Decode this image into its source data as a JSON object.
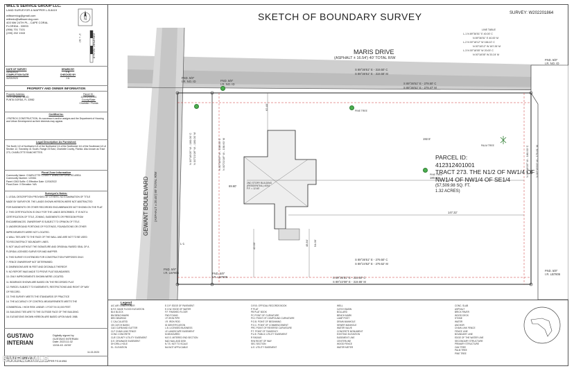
{
  "title": "SKETCH OF BOUNDARY SURVEY",
  "survey_number": "SURVEY: W202201864",
  "titleblock": {
    "company": "WILL'S SERVICE GROUP LLC.",
    "license": "LAND SURVEYOR & MAPPER L.B.8419",
    "email1": "willsservicg@gmail.com",
    "email2": "willredo@willsservicg.com",
    "address": "403 NW 24TH PL., CAPE CORAL",
    "state": "FLORIDA - 33993",
    "phone1": "(956) 701 7101",
    "phone2": "(239) 202 1943",
    "scale_label": "GRAPHIC SCALE",
    "scale_text": "1\" = 30'",
    "date_of_survey_label": "DATE OF SURVEY",
    "date_of_survey": "10/31/2023",
    "completion_label": "COMPLETION DATE",
    "completion": "11/02/2023",
    "drawn_label": "DRAWN BY",
    "drawn": "F.B.",
    "checked_label": "CHECKED BY",
    "checked": "J.A.",
    "owner_header": "PROPERTY AND OWNER INFORMATION",
    "address_label": "Property Address:",
    "prop_address1": "7274 GEWANT BLVD",
    "prop_address2": "PUNTA GORDA, FL 33982",
    "parcel_label": "Parcel ID :",
    "parcel_id": "412312401001",
    "county_label": "County/State:",
    "county": "Charlotte / Florida",
    "certified_label": "Certified to:",
    "certified_text": "J PATRICK CONSTRUCTION, it's successor's and/or assigns and the Department of Housing and Urban Development as their interests may appear.",
    "legal_header": "Legal Description As Furnished:",
    "legal_text": "The North 1/2 of Northwest 1/4 of the Northwest 1/4 of the Northwest 1/4 of the Southeast 1/4 of Section 12, Township 41 South, Range 23 East, Charlotte County, Florida. Also known as Tract 273, CHARLOTTE RANCHETTES.",
    "flood_header": "Flood Zone Information",
    "flood_lines": [
      "Community Name: CHARLOTTE COUNTY UNINCORPORATED AREA",
      "Community Number: 120061",
      "Panel: 0263   Suffix: G   Effective Date: 12/15/2022",
      "Flood Zone: X   Elevation: N/A"
    ],
    "notes_header": "Surveyor's Notes:",
    "notes": [
      "1. LEGAL DESCRIPTION PROVIDED BY OTHERS. NO EXAMINATION OF TITLE",
      "MADE BY SURVEYOR. THE LANDS SHOWN HEREON WERE NOT ABSTRACTED",
      "FOR EASEMENTS OR OTHER RECORDED ENCUMBRANCES NOT SHOWN ON THE PLAT.",
      "2. THIS CERTIFICATION IS ONLY FOR THE LANDS DESCRIBED. IT IS NOT A",
      "CERTIFICATION OF TITLE, ZONING, EASEMENTS OR FREEDOM FROM",
      "ENCUMBRANCES. OWNERSHIP IS SUBJECT TO OPINION OF TITLE.",
      "3. UNDERGROUND PORTIONS OF FOOTINGS, FOUNDATIONS OR OTHER",
      "IMPROVEMENTS WERE NOT LOCATED.",
      "4. WALL TIES ARE TO THE FACE OF THE WALL AND ARE NOT TO BE USED",
      "TO RECONSTRUCT BOUNDARY LINES.",
      "5. NOT VALID WITHOUT THE SIGNATURE AND ORIGINAL RAISED SEAL OF A",
      "FLORIDA LICENSED SURVEYOR AND MAPPER.",
      "6. THIS SURVEY IS INTENDED FOR CONSTRUCTION PURPOSES ONLY.",
      "7. FENCE OWNERSHIP NOT DETERMINED.",
      "8. DIMENSIONS ARE IN FEET AND DECIMALS THEREOF.",
      "9. NO REPORT WAS MADE TO PROVE PLAT BOUNDARIES.",
      "10. ONLY IMPROVEMENTS SHOWN WERE LOCATED.",
      "11. BEARINGS SHOWN ARE BASED ON THE RECORDED PLAT.",
      "12. PARCEL SUBJECT TO EASEMENTS, RESTRICTIONS AND RIGHT OF WAY",
      "OF RECORD.",
      "13. THIS SURVEY MEETS THE STANDARDS OF PRACTICE",
      "14. THE ACCURACY OF CONTROL MEASUREMENTS MEETS THE",
      "COMMERCIAL / HIGH RISK LINEAR: 1 FOOT IN 10,000 FEET.",
      "15. BUILDING TIES ARE TO THE OUTSIDE FACE OF THE BUILDING.",
      "16. ELEVATIONS SHOWN HEREON ARE BASED UPON NAVD 1988."
    ],
    "surveyor_name1": "GUSTAVO",
    "surveyor_name2": "INTERIAN",
    "signed_label": "Digitally signed by",
    "signed_name": "GUSTAVO INTERIAN",
    "signed_date": "Date: 2023.11.02",
    "signed_time": "13:54:43 -04'00'",
    "signed_stamp": "11-02-2023",
    "surveyor_footer": "GUSTAVO INTERIAN",
    "surveyor_footer2": "PROFESSIONAL SURVEYOR AND MAPPER P.S.M.6961",
    "surveyor_footer3": "STATE OF FLORIDA"
  },
  "line_table": {
    "header": "LINE TABLE",
    "rows": [
      "L-1   N 89°36'51\" E   40.00' C",
      "N 89°36'51\" E   40.00' M",
      "L-2   N 00°18'12\" W   166.10' C",
      "N 00°18'12\" W   167.26' M",
      "L-3   N 00°18'05\" W   20.00' C",
      "N 00°18'05\" W   20.24' M"
    ]
  },
  "plan": {
    "road_top": "MARIS DRIVE",
    "road_top_sub": "(ASPHALT ± 16.54') 40' TOTAL R/W",
    "road_left": "GEWANT BOULEVARD",
    "road_left_sub": "(ASPHALT ± 20.45') 80' TOTAL R/W",
    "parcel_label": "PARCEL ID:",
    "parcel_id": "412312401001",
    "parcel_tract1": "TRACT 273. THE N1/2 OF NW1/4 OF",
    "parcel_tract2": "NW1/4 OF NW1/4 OF SE1/4",
    "parcel_area": "(57,509.98 SQ. FT.",
    "parcel_acres": "1.32 ACRES)",
    "fnd_ul": "FND. 5/8\"",
    "fnd_ul2": "I.R. NO. ID",
    "fnd_ur": "FND. 5/8\"",
    "fnd_ur2": "I.R. NO. ID",
    "fnd_ll": "FND. 5/8\"",
    "fnd_ll2": "I.R. LB7806",
    "fnd_lr": "FND. 5/8\"",
    "fnd_lr2": "I.R. LB7806",
    "fnd_lm": "FND. 5/8\"",
    "fnd_lm2": "I.R. LB7806",
    "fnd_top2": "FND. 5/8\"",
    "fnd_top2b": "I.R. NO. ID",
    "brg_top1": "S 89°36'51\" E - 319.50' C",
    "brg_top2": "S 89°36'51\" E - 319.58' M",
    "brg_top3": "S 89°36'51\" E - 279.50' C",
    "brg_top4": "S 89°36'51\" E - 279.47' M",
    "brg_bot1": "S 89°36'51\" E - 279.50' C",
    "brg_bot2": "S 89°24'52\" E - 279.52' M",
    "brg_bot3": "S 89°36'51\" E - 319.50' C",
    "brg_bot4": "S 89°22'08\" E - 319.65' M",
    "brg_left1": "N 00°18'05\" W - 180.00' C",
    "brg_left2": "N 00°21'08\" W - 180.00' M",
    "brg_left3": "N 00°18'05\" W - 158.00' C",
    "brg_left4": "N 00°21'08\" W - 158.60' M",
    "brg_right1": "N 00°18'05\" W - 180.00' C",
    "brg_right2": "N 00°19'59\" W - 179.81' M",
    "dim_192": "192.5'",
    "dim_180": "180.60'",
    "dim_147": "147.32'",
    "dim_69": "69.60'",
    "dim_42": "42.00'",
    "dim_48": "48.84'",
    "dim_54": "54.00'",
    "dim_62": "62.40'",
    "building": "2ND STORY BUILDING (RESIDENTIAL) 4004 F.F. = 12.60'",
    "tree1": "PINE TREE",
    "tree2": "PINE TREE",
    "tree3": "PALM TREE",
    "l1": "L-1"
  },
  "legend": {
    "header": "Legend",
    "col1": [
      "A/C   AIR CONDITIONER",
      "B.F.E.   BASE FLOOD ELEVATION",
      "BLK   BLOCK",
      "BM   BENCHMARK",
      "BRG   BEARING",
      "C   CALCULATED",
      "CB   CATCH BASIN",
      "C&G   CURB AND GUTTER",
      "CLF   CHAIN LINK FENCE",
      "CONC   CONCRETE",
      "CUE   COUNTY UTILITY EASEMENT",
      "D.E.   DRAINAGE EASEMENT",
      "DH   DRILL HOLE",
      "EL.   ELEVATION"
    ],
    "col2": [
      "E.O.P.   EDGE OF PAVEMENT",
      "E.O.W.   EDGE OF WATER",
      "F.F.   FINISHED FLOOR",
      "FND   FOUND",
      "I.P.   IRON PIPE",
      "I.R.   IRON ROD",
      "ID   IDENTIFICATION",
      "L.B.   LICENSED BUSINESS",
      "LE   LANDSCAPE EASEMENT",
      "M   MEASURED",
      "M.E.S.   MITERED END SECTION",
      "N&D   NAIL AND DISK",
      "N.T.S.   NOT TO SCALE",
      "N/A   NOT APPLICABLE"
    ],
    "col3": [
      "O.R.B.   OFFICIAL RECORDS BOOK",
      "P   PLAT",
      "PB   PLAT BOOK",
      "PC   POINT OF CURVATURE",
      "PCC   POINT OF COMPOUND CURVATURE",
      "P.O.B.   POINT OF BEGINNING",
      "P.O.C.   POINT OF COMMENCEMENT",
      "PRC   POINT OF REVERSE CURVATURE",
      "P.T.   POINT OF TANGENCY",
      "P.U.E.   PUBLIC UTILITY EASEMENT",
      "R   RADIUS",
      "R/W   RIGHT OF WAY",
      "SEC   SECTION",
      "U.E.   UTILITY EASEMENT"
    ],
    "col4": [
      "WELL",
      "CATCH BASIN",
      "BOLLARD",
      "BENCH MARK",
      "LAMP POST",
      "DRAIN MANHOLE",
      "SEWER MANHOLE",
      "WATER VALVE",
      "CONCRETE MONUMENT",
      "EXISTING ELEVATION",
      "EASEMENT LINE",
      "CENTERLINE",
      "WOOD FENCE",
      "WATER METER"
    ],
    "col5": [
      "CONC. SLAB",
      "ASPHALT",
      "BRICK PAVER",
      "WOOD DECK",
      "STONE",
      "WATER",
      "ANCHOR",
      "CHAIN LINK FENCE",
      "FENCE LINE",
      "BOUNDARY LINE",
      "EDGE OF THE WATER LINE",
      "SECONDARY STRUCTURE",
      "PRIMARY STRUCTURE",
      "OAK TREE",
      "PALM TREE",
      "PINE TREE"
    ]
  },
  "watermark": "SWFLAMLS"
}
